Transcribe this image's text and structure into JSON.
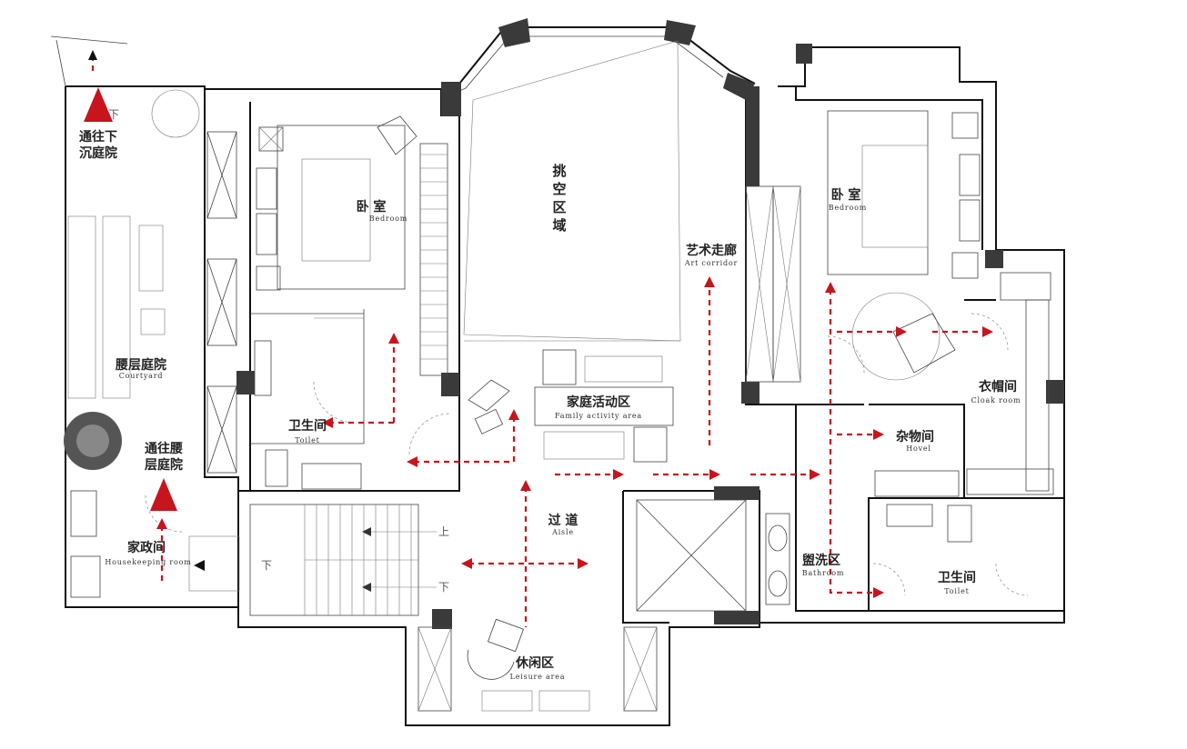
{
  "rooms": {
    "bedroom_left": {
      "zh": "卧 室",
      "en": "Bedroom"
    },
    "bedroom_right": {
      "zh": "卧 室",
      "en": "Bedroom"
    },
    "void": {
      "zh": [
        "挑",
        "空",
        "区",
        "域"
      ]
    },
    "art_corridor": {
      "zh": "艺术走廊",
      "en": "Art corridor"
    },
    "family_activity": {
      "zh": "家庭活动区",
      "en": "Family activity area"
    },
    "courtyard": {
      "zh": "腰层庭院",
      "en": "Courtyard"
    },
    "toilet_left": {
      "zh": "卫生间",
      "en": "Toilet"
    },
    "to_waist_courtyard": {
      "zh_line1": "通往腰",
      "zh_line2": "层庭院"
    },
    "to_sunken_courtyard": {
      "zh_line1": "通往下",
      "zh_line2": "沉庭院"
    },
    "housekeeping": {
      "zh": "家政间",
      "en": "Housekeeping room"
    },
    "aisle": {
      "zh": "过 道",
      "en": "Aisle"
    },
    "leisure": {
      "zh": "休闲区",
      "en": "Leisure area"
    },
    "bathroom": {
      "zh": "盥洗区",
      "en": "Bathroom"
    },
    "toilet_right": {
      "zh": "卫生间",
      "en": "Toilet"
    },
    "hovel": {
      "zh": "杂物间",
      "en": "Hovel"
    },
    "cloak_room": {
      "zh": "衣帽间",
      "en": "Cloak room"
    }
  },
  "stairs": {
    "up": "上",
    "down": "下",
    "down2": "下",
    "down3": "下"
  },
  "colors": {
    "flow": "#c8141c",
    "wall": "#111111",
    "column": "#3a3a3a"
  }
}
